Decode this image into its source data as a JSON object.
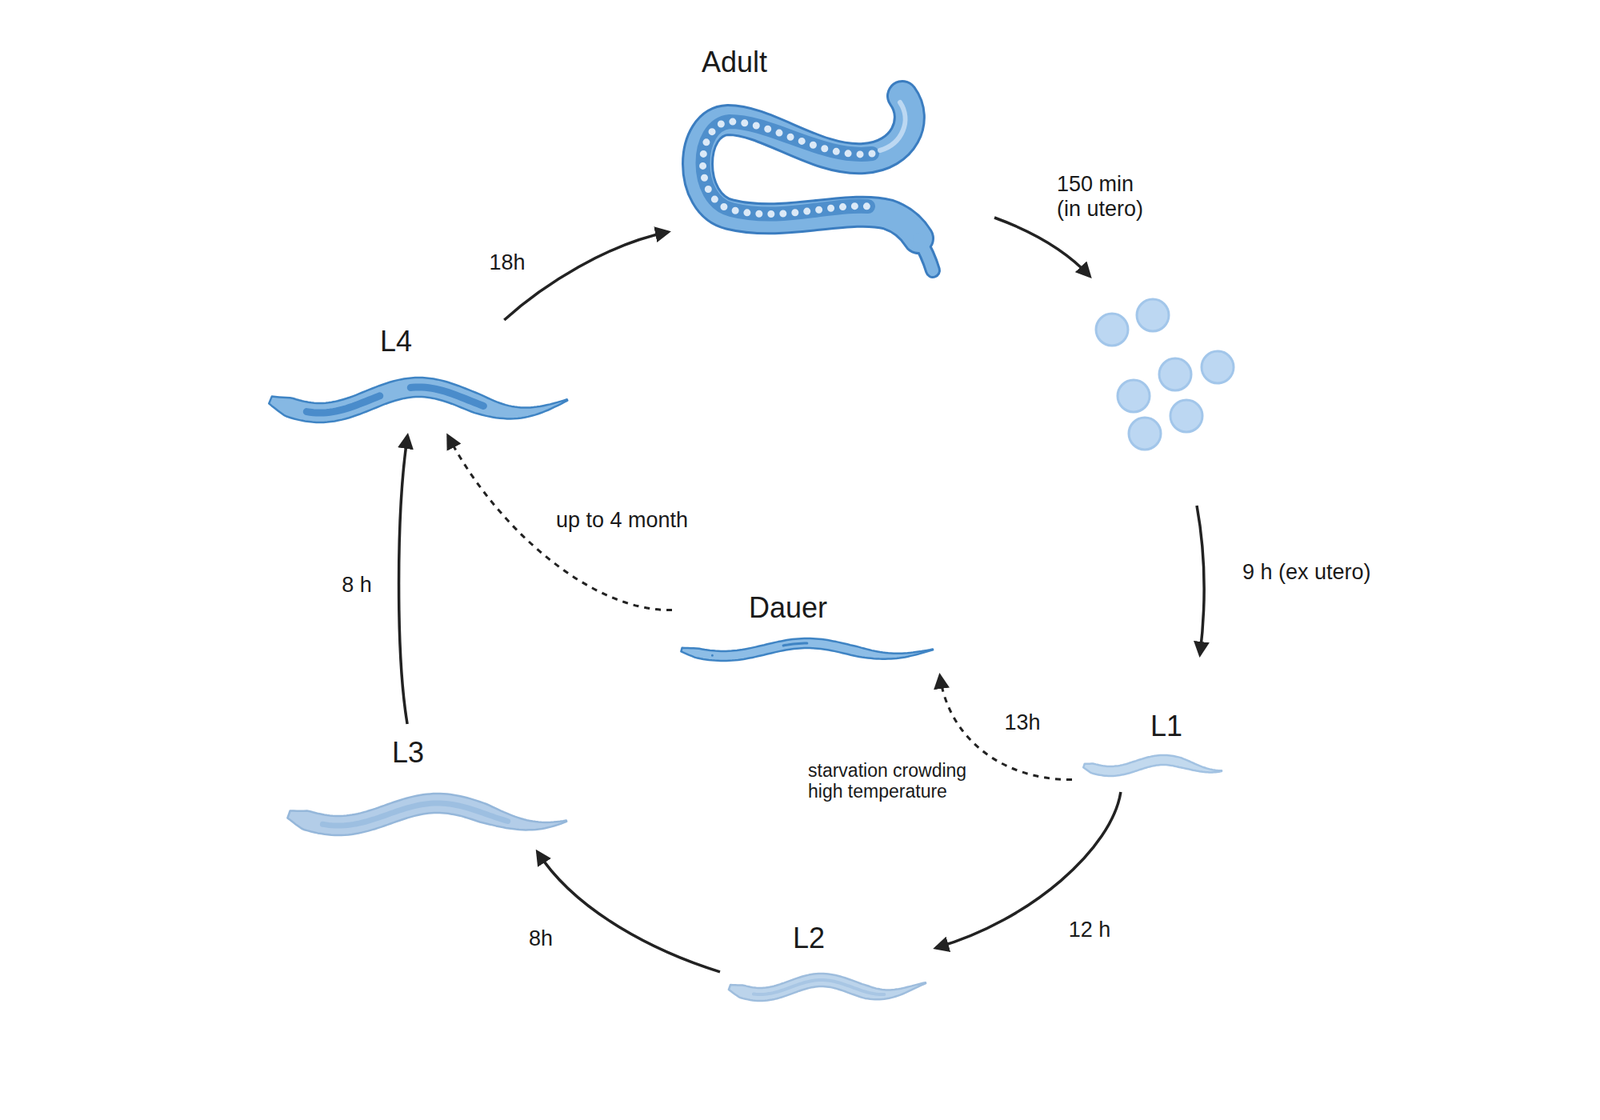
{
  "diagram": {
    "nodes": [
      {
        "text": [
          "Adult"
        ]
      },
      {
        "text": [
          "L1"
        ]
      },
      {
        "text": [
          "L2"
        ]
      },
      {
        "text": [
          "L3"
        ]
      },
      {
        "text": [
          "L4"
        ]
      },
      {
        "text": [
          "Dauer"
        ]
      }
    ],
    "edges": [
      {
        "from": 1,
        "to": 2,
        "arrow": "to",
        "label": "12 h"
      },
      {
        "from": 2,
        "to": 3,
        "arrow": "to",
        "label": "8h"
      },
      {
        "from": 3,
        "to": 4,
        "arrow": "to",
        "label": "8 h"
      },
      {
        "from": 4,
        "to": 0,
        "arrow": "to",
        "label": "18h"
      },
      {
        "from": 1,
        "to": 5,
        "arrow": "to",
        "label": "13h"
      },
      {
        "from": 5,
        "to": 4,
        "arrow": "to",
        "label": "up to 4 month"
      }
    ],
    "labels": [
      "150 min (in utero)",
      "9 h (ex utero)",
      "starvation crowding high temperature"
    ]
  }
}
